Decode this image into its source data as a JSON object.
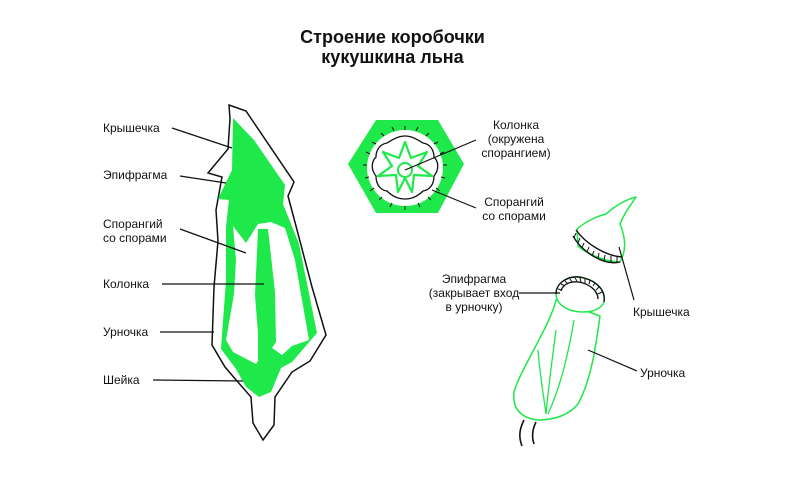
{
  "title": {
    "line1": "Строение коробочки",
    "line2": "кукушкина льна"
  },
  "labels": {
    "kryshechka_left": "Крышечка",
    "epifragma_left": "Эпифрагма",
    "sporangiy_left_1": "Спорангий",
    "sporangiy_left_2": "со спорами",
    "kolonka_left": "Колонка",
    "urnochka_left": "Урночка",
    "sheyka_left": "Шейка",
    "kolonka_mid_1": "Колонка",
    "kolonka_mid_2": "(окружена",
    "kolonka_mid_3": "спорангием)",
    "sporangiy_mid_1": "Спорангий",
    "sporangiy_mid_2": "со спорами",
    "epifragma_right_1": "Эпифрагма",
    "epifragma_right_2": "(закрывает вход",
    "epifragma_right_3": "в урночку)",
    "kryshechka_right": "Крышечка",
    "urnochka_right": "Урночка"
  },
  "colors": {
    "accent": "#1ee84a",
    "line": "#111111",
    "bg": "#ffffff"
  }
}
